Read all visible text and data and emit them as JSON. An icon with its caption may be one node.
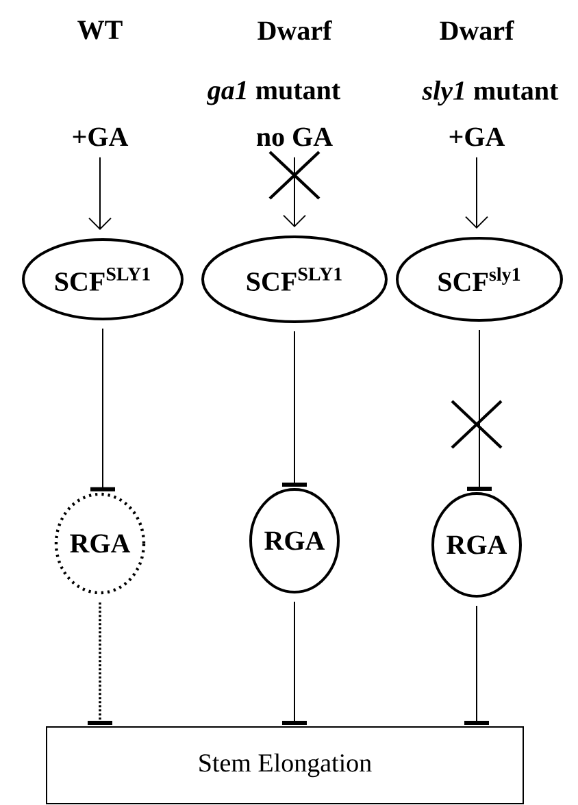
{
  "diagram": {
    "nodes": [
      {
        "text": [
          "+GA"
        ]
      },
      {
        "text": [
          "no GA"
        ]
      },
      {
        "text": [
          "+GA"
        ]
      },
      {
        "text": [
          "SCF$^{SLY1}$"
        ]
      },
      {
        "text": [
          "SCF$^{SLY1}$"
        ]
      },
      {
        "text": [
          "SCF$^{sly1}$"
        ]
      },
      {
        "text": [
          "RGA"
        ]
      },
      {
        "text": [
          "RGA"
        ]
      },
      {
        "text": [
          "RGA"
        ]
      },
      {
        "text": [
          "Stem Elongation"
        ]
      }
    ],
    "edges": [
      {
        "from": 0,
        "to": 3,
        "arrow": "to"
      },
      {
        "from": 1,
        "to": 4,
        "arrow": "to"
      },
      {
        "from": 2,
        "to": 5,
        "arrow": "to"
      },
      {
        "from": 3,
        "to": 6,
        "arrow": "other"
      },
      {
        "from": 4,
        "to": 7,
        "arrow": "other"
      },
      {
        "from": 5,
        "to": 8,
        "arrow": "other"
      },
      {
        "from": 6,
        "to": 9,
        "arrow": "other",
        "style": "dashed"
      },
      {
        "from": 7,
        "to": 9,
        "arrow": "other"
      },
      {
        "from": 8,
        "to": 9,
        "arrow": "other"
      }
    ],
    "labels": [
      "WT",
      "Dwarf",
      "Dwarf",
      "*ga1* mutant",
      "*sly1* mutant"
    ]
  }
}
